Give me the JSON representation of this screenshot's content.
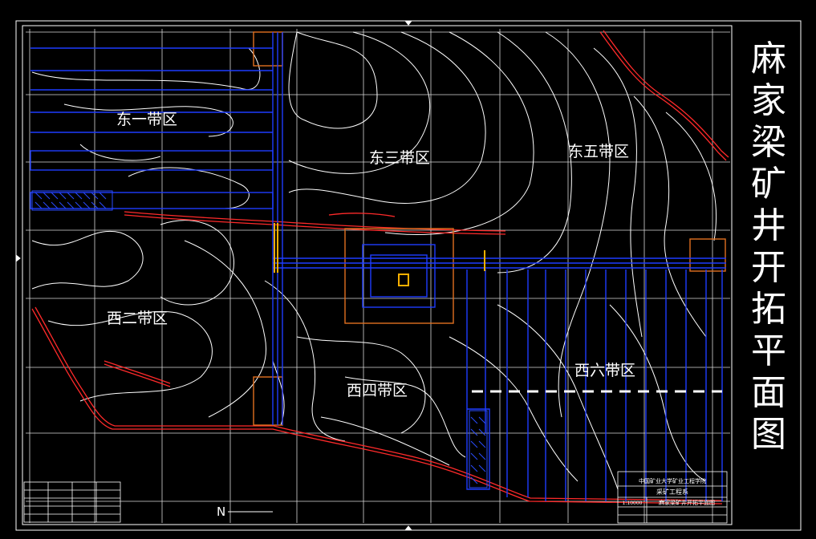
{
  "drawing": {
    "title": "麻家梁矿井开拓平面图",
    "north_marker": "N"
  },
  "zones": [
    {
      "id": "zone-east-1",
      "label": "东一带区"
    },
    {
      "id": "zone-east-3",
      "label": "东三带区"
    },
    {
      "id": "zone-east-5",
      "label": "东五带区"
    },
    {
      "id": "zone-west-2",
      "label": "西二带区"
    },
    {
      "id": "zone-west-4",
      "label": "西四带区"
    },
    {
      "id": "zone-west-6",
      "label": "西六带区"
    }
  ],
  "title_block": {
    "school": "中国矿业大学矿业工程学院",
    "department": "采矿工程系",
    "drawing_name": "麻家梁矿井开拓平面图",
    "scale": "1:10000"
  },
  "colors": {
    "background": "#000000",
    "grid": "#ffffff",
    "contour": "#ffffff",
    "roadway": "#1e3cff",
    "boundary": "#ff2a2a",
    "shaft": "#ffb000",
    "pillar": "#e07020"
  }
}
